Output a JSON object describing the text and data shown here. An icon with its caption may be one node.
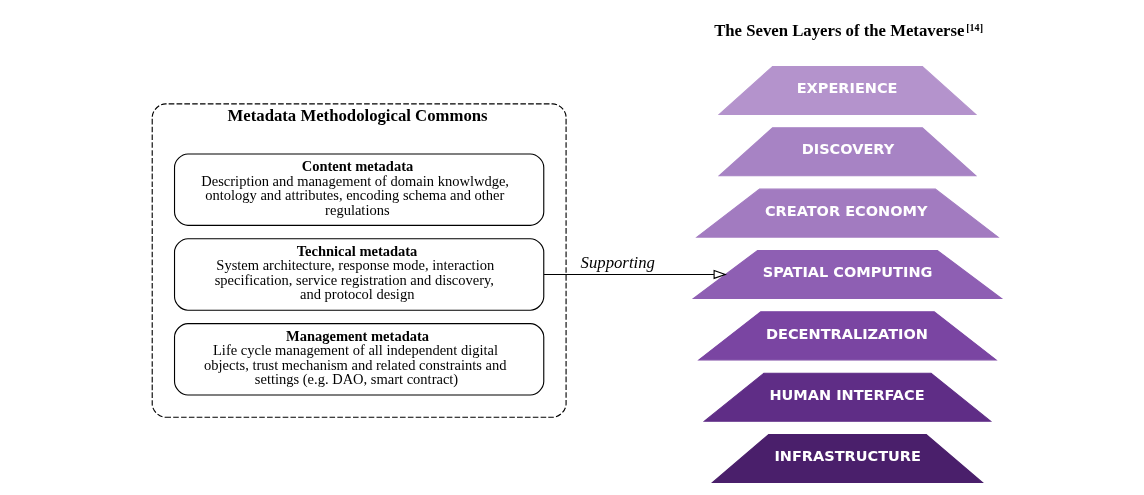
{
  "diagram": {
    "nodes": [
      {
        "text": [
          "Metadata Methodological Commons"
        ]
      },
      {
        "text": [
          "Content metadata",
          "Description and management of domain knowlwdge, ontology and attributes, encoding schema and other regulations"
        ],
        "in": 0
      },
      {
        "text": [
          "Technical metadata",
          "System architecture, response mode, interaction specification, service registration and discovery, and protocol design"
        ],
        "in": 0
      },
      {
        "text": [
          "Management metadata",
          "Life cycle management of all independent digital objects, trust mechanism and related constraints and settings (e.g. DAO, smart contract)"
        ],
        "in": 0
      },
      {
        "text": [
          "EXPERIENCE"
        ]
      },
      {
        "text": [
          "DISCOVERY"
        ]
      },
      {
        "text": [
          "CREATOR ECONOMY"
        ]
      },
      {
        "text": [
          "SPATIAL COMPUTING"
        ]
      },
      {
        "text": [
          "DECENTRALIZATION"
        ]
      },
      {
        "text": [
          "HUMAN INTERFACE"
        ]
      },
      {
        "text": [
          "INFRASTRUCTURE"
        ]
      }
    ],
    "edges": [
      {
        "from": 2,
        "to": 7,
        "arrow": "to",
        "label": "Supporting"
      }
    ],
    "labels": [
      "The Seven Layers of the Metaverse$^{[14]}$"
    ]
  }
}
